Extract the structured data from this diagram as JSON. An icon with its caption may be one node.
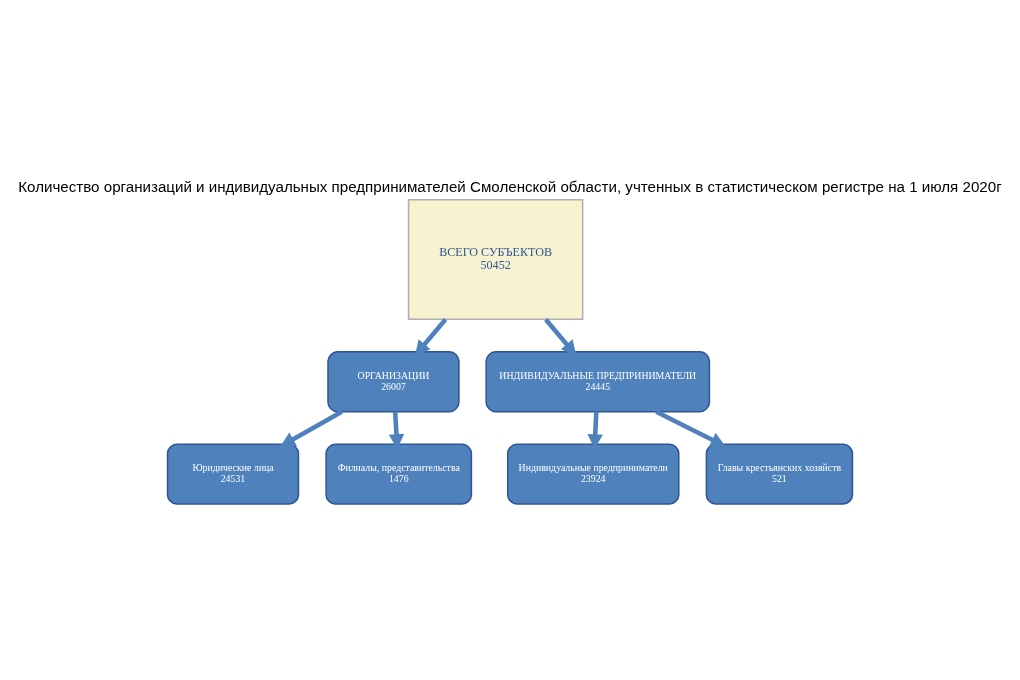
{
  "diagram": {
    "title": "Количество организаций и индивидуальных предпринимателей Смоленской области, учтенных в статистическом регистре на 1 июля 2020г",
    "nodes": [
      {
        "text": [
          "ВСЕГО СУБЪЕКТОВ",
          "50452"
        ]
      },
      {
        "text": [
          "ОРГАНИЗАЦИИ",
          "26007"
        ]
      },
      {
        "text": [
          "ИНДИВИДУАЛЬНЫЕ ПРЕДПРИНИМАТЕЛИ",
          "24445"
        ]
      },
      {
        "text": [
          "Юридические лица",
          "24531"
        ]
      },
      {
        "text": [
          "Филиалы, представительства",
          "1476"
        ]
      },
      {
        "text": [
          "Индивидуальные предприниматели",
          "23924"
        ]
      },
      {
        "text": [
          "Главы крестьянских хозяйств",
          "521"
        ]
      }
    ],
    "edges": [
      {
        "from": 0,
        "to": 1,
        "arrow": "to"
      },
      {
        "from": 0,
        "to": 2,
        "arrow": "to"
      },
      {
        "from": 1,
        "to": 3,
        "arrow": "to"
      },
      {
        "from": 1,
        "to": 4,
        "arrow": "to"
      },
      {
        "from": 2,
        "to": 5,
        "arrow": "to"
      },
      {
        "from": 2,
        "to": 6,
        "arrow": "to"
      }
    ]
  }
}
